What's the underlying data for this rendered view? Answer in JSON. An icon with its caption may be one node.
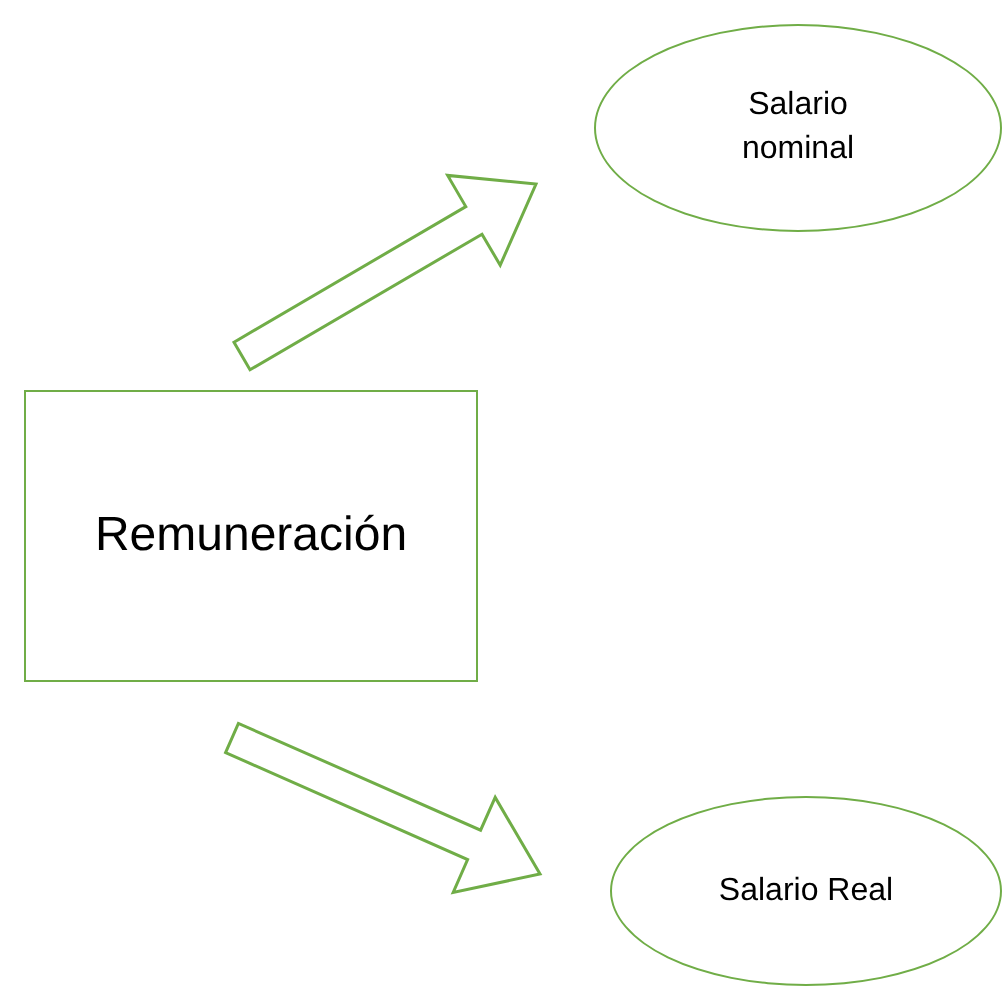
{
  "diagram": {
    "nodes": [
      {
        "text": [
          "Remuneración"
        ]
      },
      {
        "text": [
          "Salario nominal"
        ]
      },
      {
        "text": [
          "Salario Real"
        ]
      }
    ],
    "edges": [
      {
        "from": 0,
        "to": 1,
        "arrow": "to"
      },
      {
        "from": 0,
        "to": 2,
        "arrow": "to"
      }
    ]
  }
}
